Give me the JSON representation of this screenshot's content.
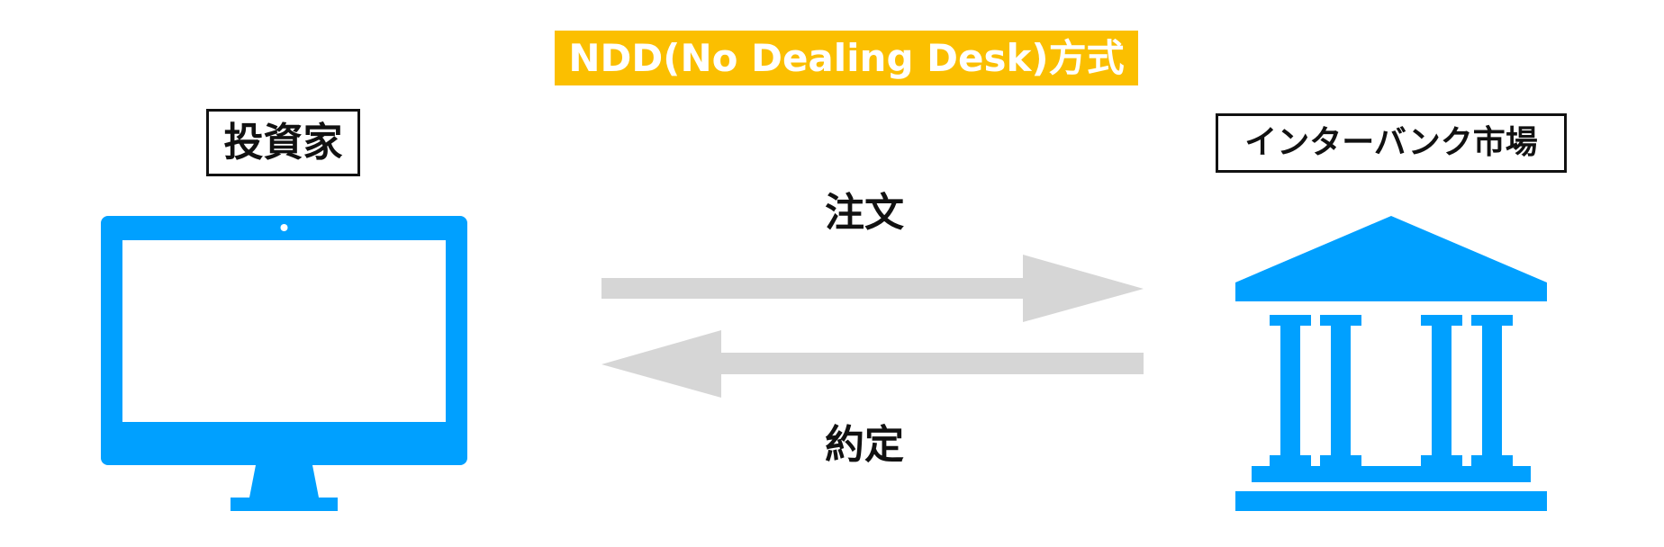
{
  "title": "NDD(No Dealing Desk)方式",
  "investor": {
    "label": "投資家",
    "icon": "monitor-icon"
  },
  "market": {
    "label": "インターバンク市場",
    "icon": "bank-building-icon"
  },
  "flows": {
    "order": "注文",
    "execution": "約定"
  },
  "colors": {
    "title_bg": "#fbbf00",
    "icon_blue": "#00a0ff",
    "arrow_gray": "#d6d6d6",
    "text": "#111111"
  }
}
